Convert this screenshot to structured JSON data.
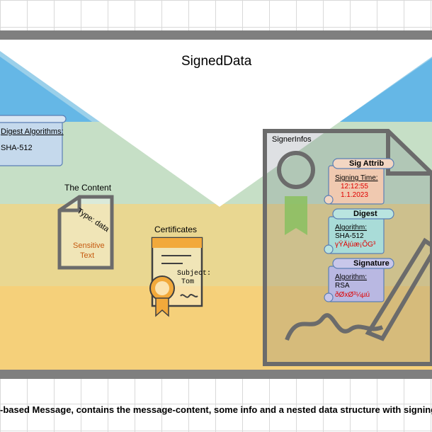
{
  "title": "SignedData",
  "digest_algorithms": {
    "label": "Digest Algorithms:",
    "value": "SHA-512"
  },
  "content": {
    "heading": "The Content",
    "type_label": "Type: data",
    "line1": "Sensitive",
    "line2": "Text"
  },
  "certificates": {
    "heading": "Certificates",
    "subject_label": "Subject:",
    "subject_value": "Tom"
  },
  "signer_infos": {
    "heading": "SignerInfos",
    "sig_attrib": {
      "title": "Sig Attrib",
      "label": "Signing Time:",
      "time": "12:12:55",
      "date": "1.1.2023"
    },
    "digest": {
      "title": "Digest",
      "label": "Algorithm:",
      "value": "SHA-512",
      "hash": "γŸÄjúæ¡ÕG³"
    },
    "signature": {
      "title": "Signature",
      "label": "Algorithm:",
      "value": "RSA",
      "bytes": "ðØxØ³¼µú"
    }
  },
  "caption": "-based Message, contains the message-content, some info and a nested data structure with signing in",
  "colors": {
    "blue": "#5fb4e6",
    "green": "#bcd9c8",
    "yellow": "#f4cf6b",
    "frame": "#7f7f7f"
  }
}
